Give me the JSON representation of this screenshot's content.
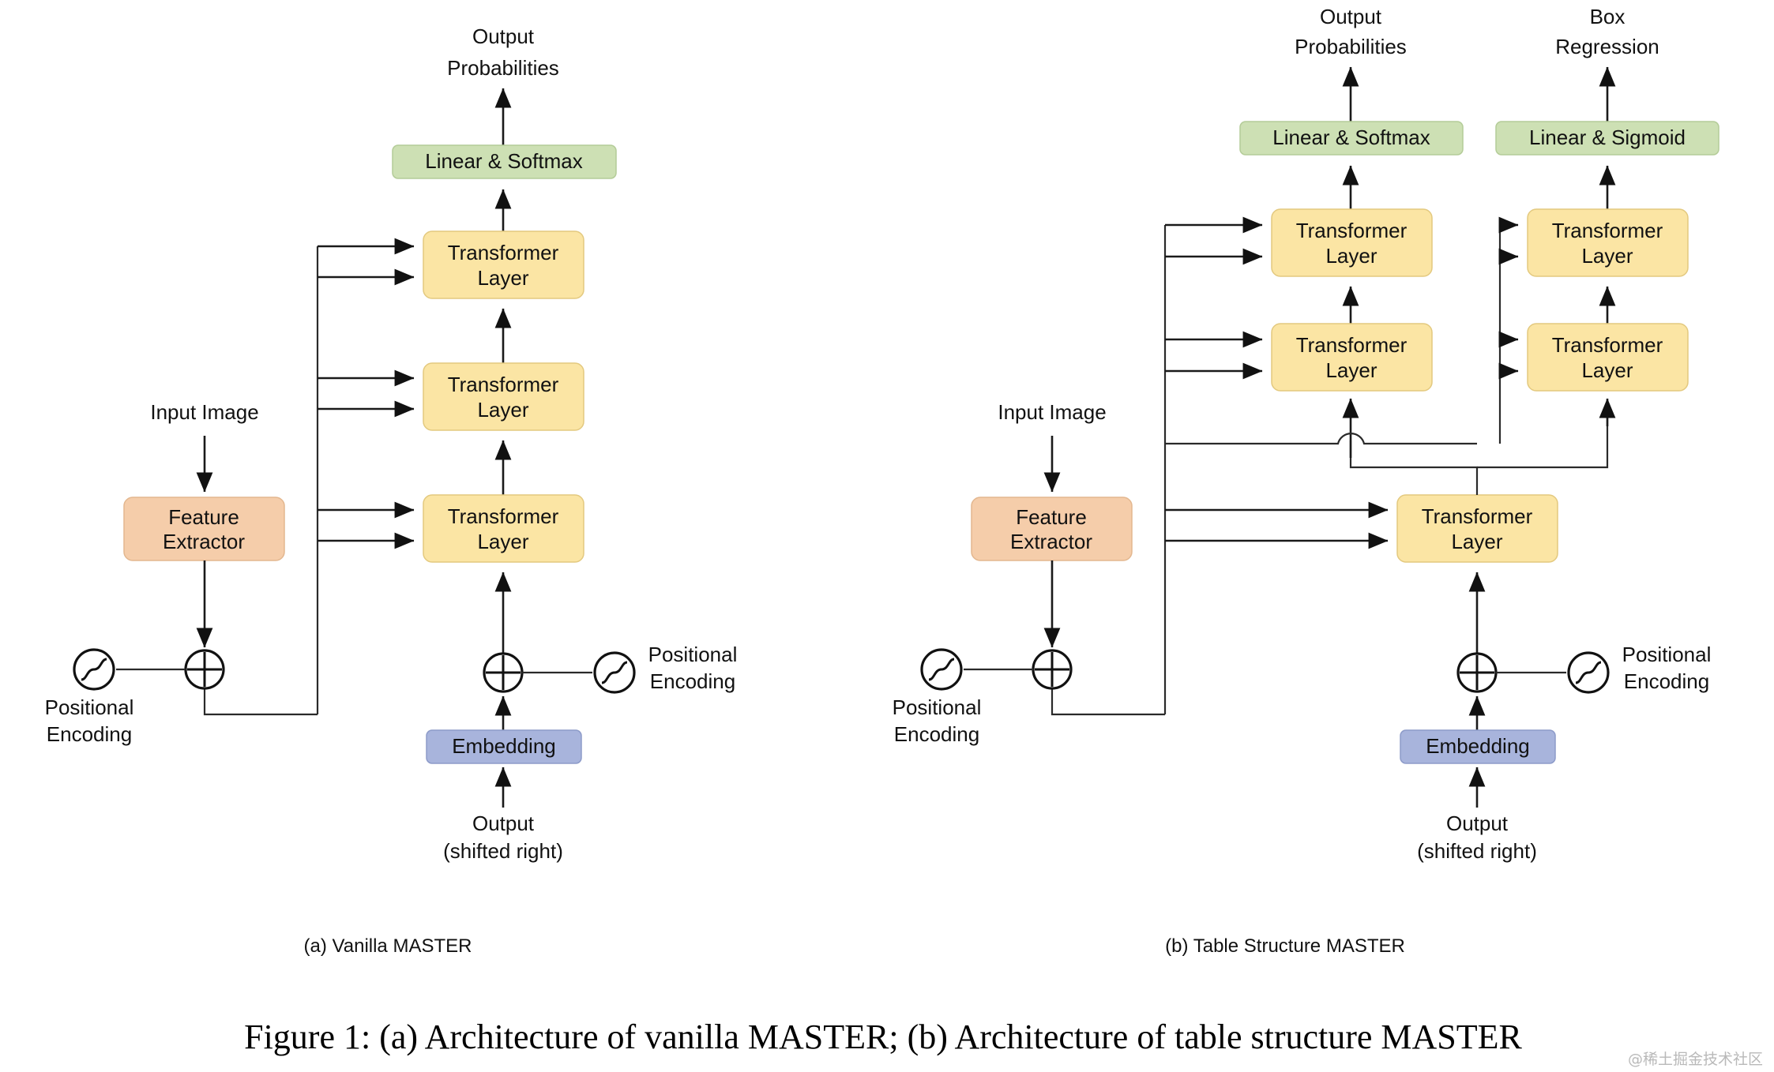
{
  "figure": {
    "caption": "Figure 1: (a) Architecture of vanilla MASTER; (b) Architecture of table structure MASTER",
    "watermark": "@稀土掘金技术社区"
  },
  "colors": {
    "transformer_fill": "#fbe5a4",
    "transformer_stroke": "#e3c97f",
    "linear_fill": "#cde0b4",
    "linear_stroke": "#b4cc98",
    "feature_fill": "#f5cdaa",
    "feature_stroke": "#e3b78f",
    "embedding_fill": "#a8b4dc",
    "embedding_stroke": "#8d9bc9",
    "line": "#1a1a1a",
    "text": "#111111"
  },
  "panel_a": {
    "subcaption": "(a) Vanilla MASTER",
    "output_label_line1": "Output",
    "output_label_line2": "Probabilities",
    "head": {
      "label": "Linear & Softmax"
    },
    "decoder_layers": [
      {
        "line1": "Transformer",
        "line2": "Layer"
      },
      {
        "line1": "Transformer",
        "line2": "Layer"
      },
      {
        "line1": "Transformer",
        "line2": "Layer"
      }
    ],
    "input_label": "Input Image",
    "feature_extractor": {
      "line1": "Feature",
      "line2": "Extractor"
    },
    "positional_encoding_left": {
      "line1": "Positional",
      "line2": "Encoding"
    },
    "positional_encoding_right": {
      "line1": "Positional",
      "line2": "Encoding"
    },
    "embedding": {
      "label": "Embedding"
    },
    "bottom_label_line1": "Output",
    "bottom_label_line2": "(shifted right)"
  },
  "panel_b": {
    "subcaption": "(b) Table Structure MASTER",
    "output_left_line1": "Output",
    "output_left_line2": "Probabilities",
    "output_right_line1": "Box",
    "output_right_line2": "Regression",
    "head_left": {
      "label": "Linear & Softmax"
    },
    "head_right": {
      "label": "Linear & Sigmoid"
    },
    "branch_left_layers": [
      {
        "line1": "Transformer",
        "line2": "Layer"
      },
      {
        "line1": "Transformer",
        "line2": "Layer"
      }
    ],
    "branch_right_layers": [
      {
        "line1": "Transformer",
        "line2": "Layer"
      },
      {
        "line1": "Transformer",
        "line2": "Layer"
      }
    ],
    "shared_layer": {
      "line1": "Transformer",
      "line2": "Layer"
    },
    "input_label": "Input Image",
    "feature_extractor": {
      "line1": "Feature",
      "line2": "Extractor"
    },
    "positional_encoding_left": {
      "line1": "Positional",
      "line2": "Encoding"
    },
    "positional_encoding_right": {
      "line1": "Positional",
      "line2": "Encoding"
    },
    "embedding": {
      "label": "Embedding"
    },
    "bottom_label_line1": "Output",
    "bottom_label_line2": "(shifted right)"
  }
}
